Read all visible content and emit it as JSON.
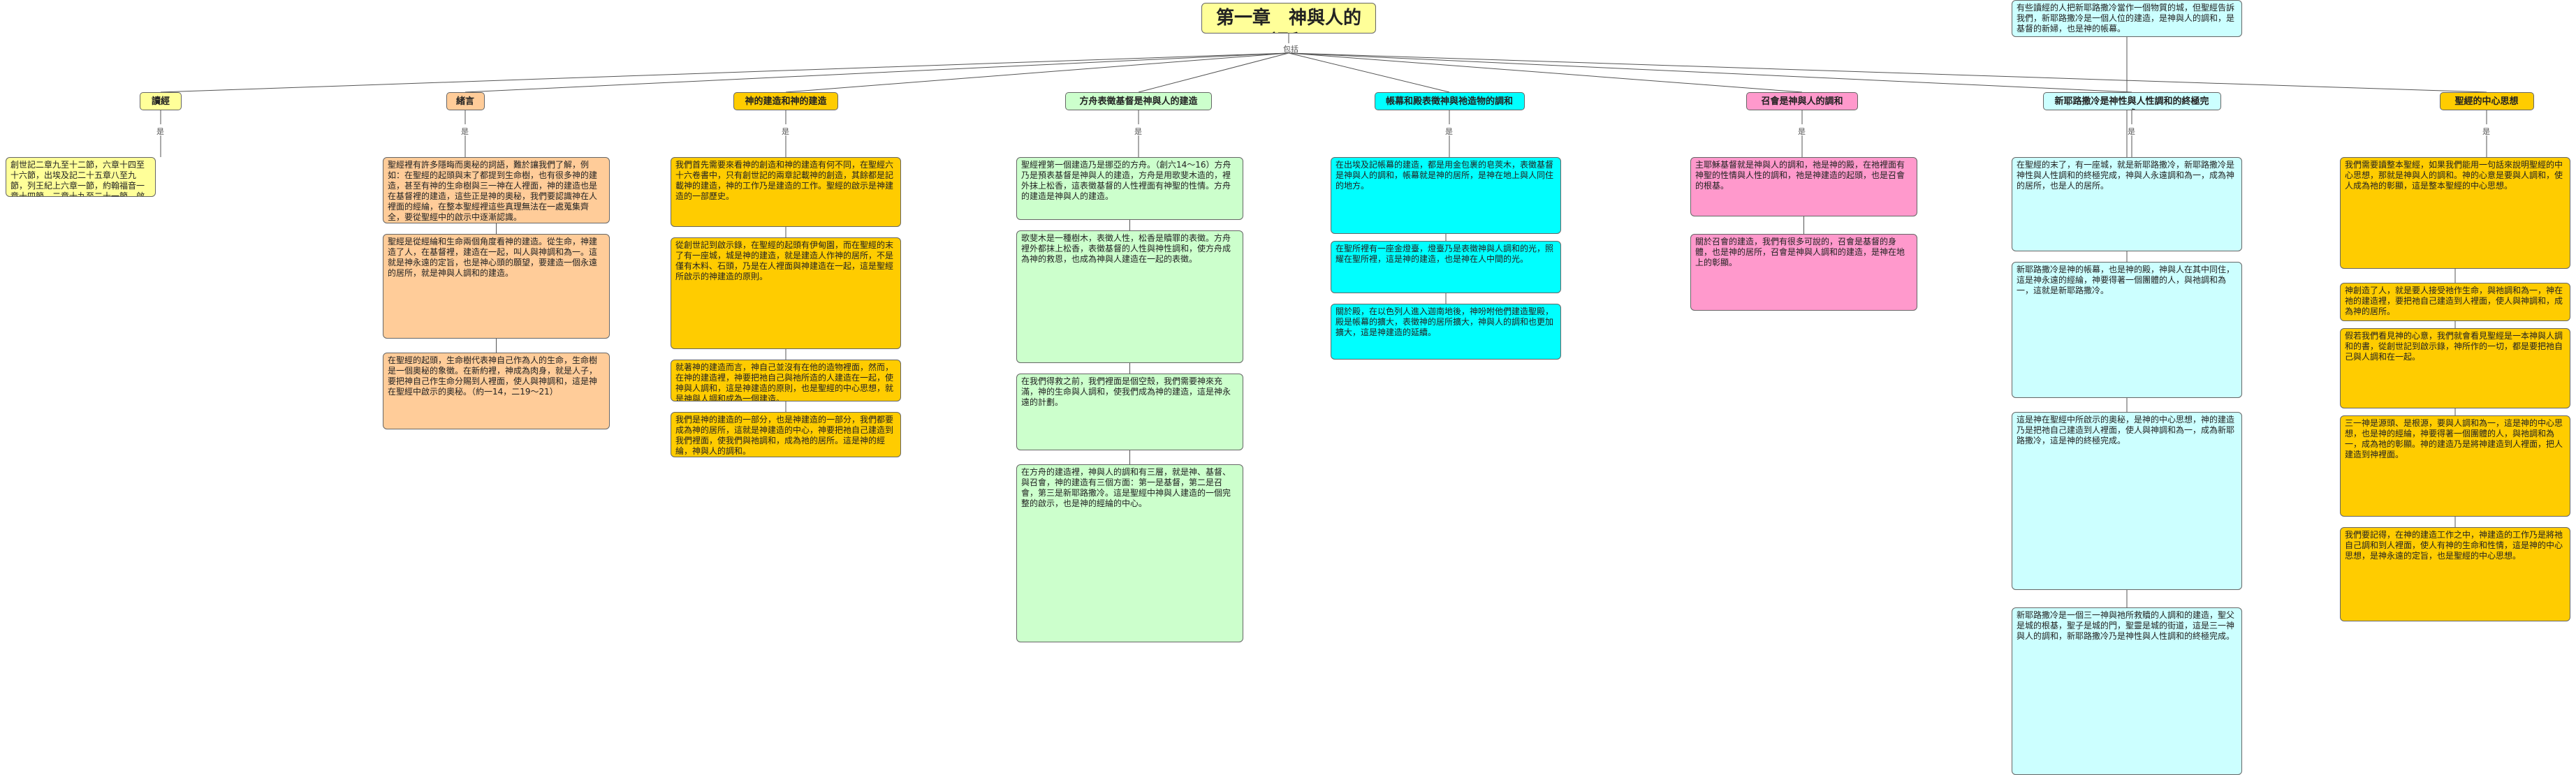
{
  "title": "第一章　神與人的調和",
  "root_label": "包括",
  "colors": {
    "yellow": "#ffff99",
    "orange": "#ffcc99",
    "gold": "#ffcc00",
    "green": "#ccffcc",
    "cyan": "#00ffff",
    "pink": "#ff99cc",
    "ltcyan": "#ccffff",
    "line": "#555555"
  },
  "branches": [
    {
      "id": "b0",
      "topic": "讀經",
      "label": "是",
      "color": "yellow",
      "notes": [
        "創世記二章九至十二節，六章十四至十六節，出埃及記二十五章八至九節，列王紀上六章一節，約翰福音一章十四節，二章十九至二十一節，啟示錄二十一章二節，十一節，十四節，二十三節，二十二章一節。"
      ]
    },
    {
      "id": "b1",
      "topic": "緒言",
      "label": "是",
      "color": "orange",
      "notes": [
        "聖經裡有許多隱晦而奧秘的詞語，難於讓我們了解，例如：在聖經的起頭與末了都提到生命樹，也有很多神的建造，甚至有神的生命樹與三一神在人裡面，神的建造也是在基督裡的建造，這些正是神的奧秘，我們要認識神在人裡面的經綸，在整本聖經裡這些真理無法在一處蒐集齊全，要從聖經中的啟示中逐漸認識。",
        "聖經是從經綸和生命兩個角度看神的建造。從生命，神建造了人，在基督裡，建造在一起，叫人與神調和為一。這就是神永遠的定旨，也是神心頭的願望，要建造一個永遠的居所，就是神與人調和的建造。",
        "在聖經的起頭，生命樹代表神自己作為人的生命，生命樹是一個奧秘的象徵。在新約裡，神成為肉身，就是人子，要把神自己作生命分賜到人裡面，使人與神調和，這是神在聖經中啟示的奧秘。（約一14，二19～21）"
      ]
    },
    {
      "id": "b2",
      "topic": "神的建造和神的建造",
      "label": "是",
      "color": "gold",
      "notes": [
        "我們首先需要來看神的創造和神的建造有何不同，在聖經六十六卷書中，只有創世記的兩章記載神的創造，其餘都是記載神的建造，神的工作乃是建造的工作。聖經的啟示是神建造的一部歷史。",
        "從創世記到啟示錄，在聖經的起頭有伊甸園，而在聖經的末了有一座城，城是神的建造，就是建造人作神的居所，不是僅有木料、石頭，乃是在人裡面與神建造在一起，這是聖經所啟示的神建造的原則。",
        "就著神的建造而言，神自己並沒有在他的造物裡面，然而，在神的建造裡，神要把祂自己與祂所造的人建造在一起，使神與人調和，這是神建造的原則，也是聖經的中心思想，就是神與人調和成為一個建造。",
        "我們是神的建造的一部分，也是神建造的一部分，我們都要成為神的居所，這就是神建造的中心，神要把祂自己建造到我們裡面，使我們與祂調和，成為祂的居所。這是神的經綸，神與人的調和。"
      ]
    },
    {
      "id": "b3",
      "topic": "方舟表徵基督是神與人的建造",
      "label": "是",
      "color": "green",
      "notes": [
        "聖經裡第一個建造乃是挪亞的方舟。（創六14～16）方舟乃是預表基督是神與人的建造，方舟是用歌斐木造的，裡外抹上松香，這表徵基督的人性裡面有神聖的性情。方舟的建造是神與人的建造。",
        "歌斐木是一種樹木，表徵人性，松香是贖罪的表徵。方舟裡外都抹上松香，表徵基督的人性與神性調和，使方舟成為神的救恩，也成為神與人建造在一起的表徵。",
        "在我們得救之前，我們裡面是個空殼，我們需要神來充滿，神的生命與人調和，使我們成為神的建造，這是神永遠的計劃。",
        "在方舟的建造裡，神與人的調和有三層，就是神、基督、與召會，神的建造有三個方面：第一是基督，第二是召會，第三是新耶路撒冷。這是聖經中神與人建造的一個完整的啟示，也是神的經綸的中心。"
      ]
    },
    {
      "id": "b4",
      "topic": "帳幕和殿表徵神與祂造物的調和",
      "label": "是",
      "color": "cyan",
      "notes": [
        "在出埃及記帳幕的建造，都是用金包裹的皂莢木，表徵基督是神與人的調和，帳幕就是神的居所，是神在地上與人同住的地方。",
        "在聖所裡有一座金燈臺，燈臺乃是表徵神與人調和的光，照耀在聖所裡，這是神的建造，也是神在人中間的光。",
        "關於殿，在以色列人進入迦南地後，神吩咐他們建造聖殿，殿是帳幕的擴大，表徵神的居所擴大，神與人的調和也更加擴大，這是神建造的延續。"
      ]
    },
    {
      "id": "b5",
      "topic": "召會是神與人的調和",
      "label": "是",
      "color": "pink",
      "notes": [
        "主耶穌基督就是神與人的調和，祂是神的殿，在祂裡面有神聖的性情與人性的調和，祂是神建造的起頭，也是召會的根基。",
        "關於召會的建造，我們有很多可說的，召會是基督的身體，也是神的居所，召會是神與人調和的建造，是神在地上的彰顯。"
      ]
    },
    {
      "id": "b6",
      "topic": "新耶路撒冷是神性與人性調和的終極完成",
      "label": "是",
      "color": "ltcyan",
      "notes": [
        "在聖經的末了，有一座城，就是新耶路撒冷，新耶路撒冷是神性與人性調和的終極完成，神與人永遠調和為一，成為神的居所，也是人的居所。",
        "新耶路撒冷是神的帳幕，也是神的殿，神與人在其中同住，這是神永遠的經綸，神要得著一個團體的人，與祂調和為一，這就是新耶路撒冷。",
        "這是神在聖經中所啟示的奧秘，是神的中心思想，神的建造乃是把祂自己建造到人裡面，使人與神調和為一，成為新耶路撒冷，這是神的終極完成。",
        "新耶路撒冷是一個三一神與祂所救贖的人調和的建造，聖父是城的根基，聖子是城的門，聖靈是城的街道，這是三一神與人的調和，新耶路撒冷乃是神性與人性調和的終極完成。",
        "有些讀經的人把新耶路撒冷當作一個物質的城，但聖經告訴我們，新耶路撒冷是一個人位的建造，是神與人的調和，是基督的新婦，也是神的帳幕。"
      ]
    },
    {
      "id": "b7",
      "topic": "聖經的中心思想",
      "label": "是",
      "color": "gold",
      "notes": [
        "我們需要讀整本聖經，如果我們能用一句話來說明聖經的中心思想，那就是神與人的調和。神的心意是要與人調和，使人成為祂的彰顯，這是整本聖經的中心思想。",
        "神創造了人，就是要人接受祂作生命，與祂調和為一，神在祂的建造裡，要把祂自己建造到人裡面，使人與神調和，成為神的居所。",
        "假若我們看見神的心意，我們就會看見聖經是一本神與人調和的書，從創世記到啟示錄，神所作的一切，都是要把祂自己與人調和在一起。",
        "三一神是源頭、是根源，要與人調和為一，這是神的中心思想，也是神的經綸，神要得著一個團體的人，與祂調和為一，成為祂的彰顯。神的建造乃是將神建造到人裡面，把人建造到神裡面。",
        "我們要記得，在神的建造工作之中，神建造的工作乃是將祂自己調和到人裡面，使人有神的生命和性情，這是神的中心思想，是神永遠的定旨，也是聖經的中心思想。"
      ]
    }
  ]
}
